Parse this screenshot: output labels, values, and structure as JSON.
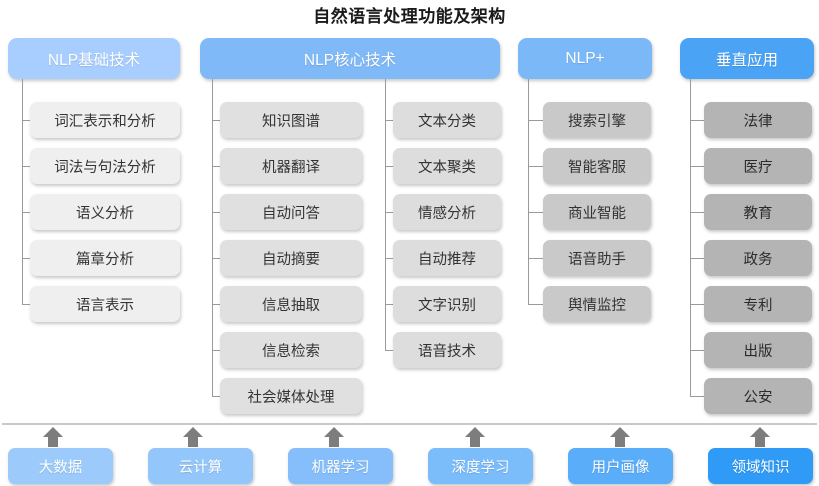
{
  "title": "自然语言处理功能及架构",
  "colors": {
    "header_light_blue": "#a8ceff",
    "header_blue": "#7fb9f7",
    "header_strong_blue": "#4aa3f5",
    "item_gray_light": "#efefef",
    "item_gray": "#dddddd",
    "item_gray_dark": "#b4b4b4",
    "connector": "#9a9a9a",
    "separator": "#c9c9c9",
    "arrow": "#7d7d7d"
  },
  "columns": [
    {
      "header": "NLP基础技术",
      "items": [
        "词汇表示和分析",
        "词法与句法分析",
        "语义分析",
        "篇章分析",
        "语言表示"
      ]
    },
    {
      "header": "NLP核心技术",
      "items": [
        "知识图谱",
        "机器翻译",
        "自动问答",
        "自动摘要",
        "信息抽取",
        "信息检索",
        "社会媒体处理"
      ],
      "items_right": [
        "文本分类",
        "文本聚类",
        "情感分析",
        "自动推荐",
        "文字识别",
        "语音技术"
      ]
    },
    {
      "header": "NLP+",
      "items": [
        "搜索引擎",
        "智能客服",
        "商业智能",
        "语音助手",
        "舆情监控"
      ]
    },
    {
      "header": "垂直应用",
      "items": [
        "法律",
        "医疗",
        "教育",
        "政务",
        "专利",
        "出版",
        "公安"
      ]
    }
  ],
  "foundation": {
    "items": [
      "大数据",
      "云计算",
      "机器学习",
      "深度学习",
      "用户画像",
      "领域知识"
    ],
    "arrow_icon": "arrow-up-icon"
  }
}
